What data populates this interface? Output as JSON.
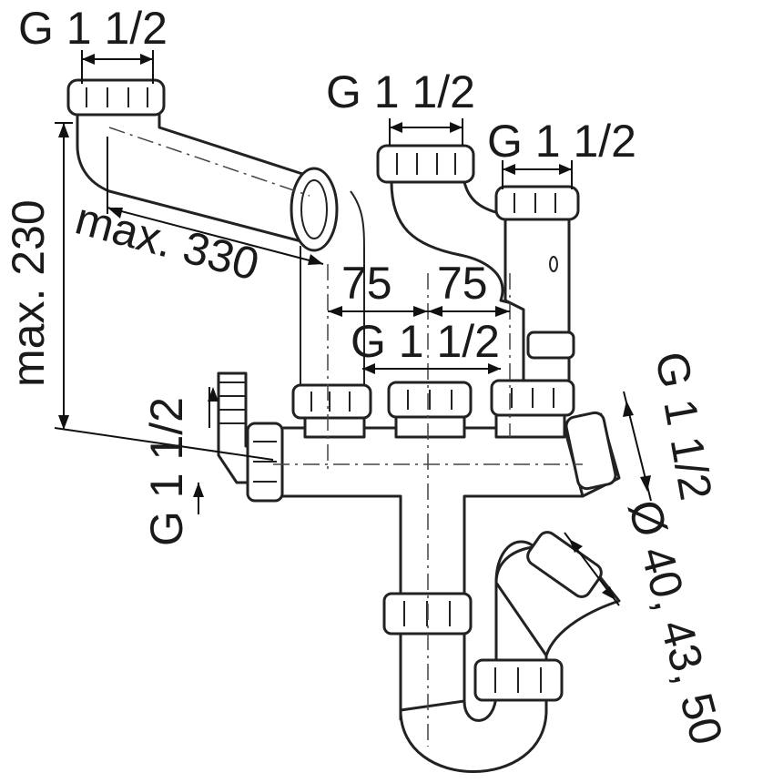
{
  "labels": {
    "thread_top_left": "G 1 1/2",
    "thread_top_middle": "G 1 1/2",
    "thread_top_right": "G 1 1/2",
    "spacing_left": "75",
    "spacing_right": "75",
    "thread_manifold": "G 1 1/2",
    "max_height": "max. 230",
    "max_length": "max. 330",
    "thread_hose_inlet": "G 1 1/2",
    "thread_right_outlet": "G 1 1/2",
    "outlet_diameters": "Ø 40, 43, 50"
  }
}
